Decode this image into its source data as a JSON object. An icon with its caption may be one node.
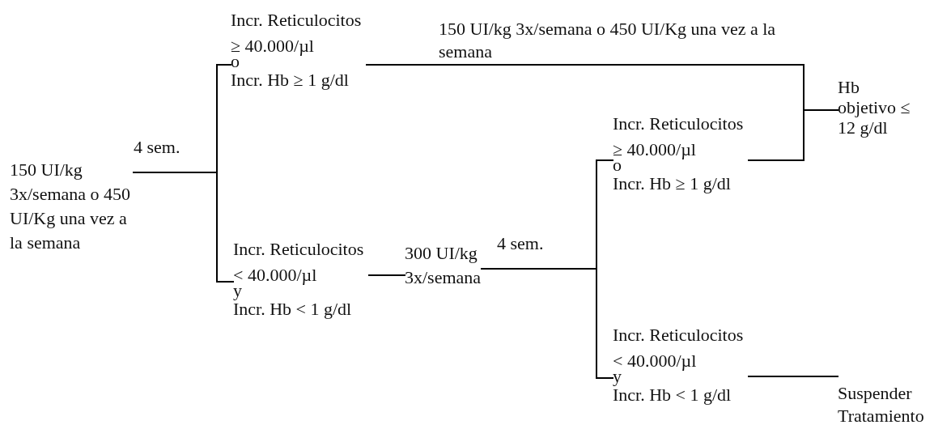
{
  "diagram": {
    "nodes": [
      {
        "text": [
          "150 UI/kg 3x/semana o 450 UI/Kg una vez a la semana"
        ]
      },
      {
        "text": [
          "Incr. Reticulocitos ≥ 40.000/µl",
          "o",
          "Incr. Hb ≥ 1 g/dl"
        ]
      },
      {
        "text": [
          "Incr. Reticulocitos < 40.000/µl",
          "y",
          "Incr. Hb < 1 g/dl"
        ]
      },
      {
        "text": [
          "300 UI/kg 3x/semana"
        ]
      },
      {
        "text": [
          "Incr. Reticulocitos ≥ 40.000/µl",
          "o",
          "Incr. Hb ≥ 1 g/dl"
        ]
      },
      {
        "text": [
          "Incr. Reticulocitos < 40.000/µl",
          "y",
          "Incr. Hb < 1 g/dl"
        ]
      },
      {
        "text": [
          "Hb objetivo ≤ 12 g/dl"
        ]
      },
      {
        "text": [
          "Suspender Tratamiento"
        ]
      }
    ],
    "edges": [
      {
        "from": 0,
        "to": 1,
        "arrow": "none",
        "label": "4 sem."
      },
      {
        "from": 0,
        "to": 2,
        "arrow": "none"
      },
      {
        "from": 2,
        "to": 3,
        "arrow": "none"
      },
      {
        "from": 3,
        "to": 4,
        "arrow": "none",
        "label": "4 sem."
      },
      {
        "from": 3,
        "to": 5,
        "arrow": "none"
      },
      {
        "from": 1,
        "to": 6,
        "arrow": "none",
        "label": "150 UI/kg 3x/semana o 450 UI/Kg una vez a la semana"
      },
      {
        "from": 4,
        "to": 6,
        "arrow": "none"
      },
      {
        "from": 5,
        "to": 7,
        "arrow": "none"
      }
    ]
  }
}
